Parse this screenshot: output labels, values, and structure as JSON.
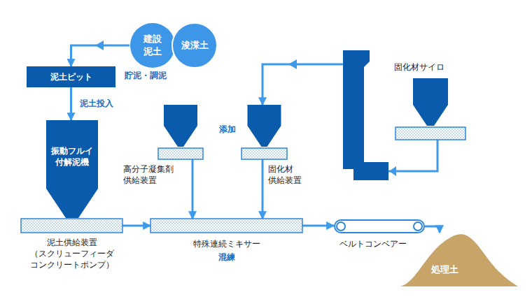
{
  "diagram": {
    "nodes": [
      {
        "text": [
          "建設 泥土"
        ]
      },
      {
        "text": [
          "浚渫土"
        ]
      },
      {
        "text": [
          "泥土ピット"
        ]
      },
      {
        "text": [
          "振動フルイ 付解泥機"
        ]
      },
      {
        "text": [
          "泥土供給装置 （スクリューフィーダ コンクリートポンプ）"
        ]
      },
      {
        "text": [
          "高分子凝集剤 供給装置"
        ]
      },
      {
        "text": [
          "固化材 供給装置"
        ]
      },
      {
        "text": [
          "固化材サイロ"
        ]
      },
      {
        "text": [
          "特殊連続ミキサー",
          "混練"
        ]
      },
      {
        "text": [
          "ベルトコンベアー"
        ]
      },
      {
        "text": [
          "処理土"
        ]
      }
    ],
    "edges": [
      {
        "from": 0,
        "to": 2,
        "arrow": "to"
      },
      {
        "from": 2,
        "to": 3,
        "label": "泥土投入",
        "arrow": "to"
      },
      {
        "from": 4,
        "to": 8,
        "arrow": "to"
      },
      {
        "from": 5,
        "to": 8,
        "arrow": "to"
      },
      {
        "from": 6,
        "to": 8,
        "arrow": "to"
      },
      {
        "from": 7,
        "to": 6,
        "arrow": "to"
      },
      {
        "from": 8,
        "to": 9,
        "arrow": "to"
      },
      {
        "from": 9,
        "to": 10,
        "arrow": "to"
      }
    ],
    "labels": [
      "貯泥・調泥",
      "添加"
    ]
  }
}
